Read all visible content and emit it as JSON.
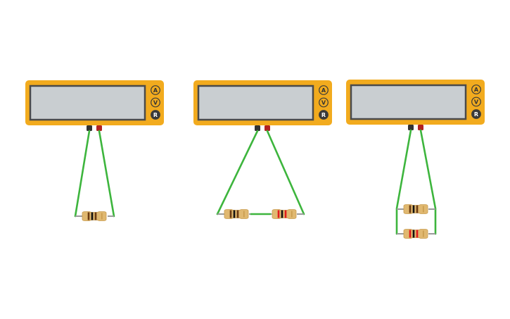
{
  "mode_buttons": [
    "A",
    "V",
    "R"
  ],
  "active_mode": "R",
  "meters": [
    {
      "name": "multimeter-1",
      "display_value": "",
      "resistors": [
        {
          "bands": [
            "#6b3a12",
            "#111111",
            "#6b3a12"
          ]
        }
      ]
    },
    {
      "name": "multimeter-2",
      "display_value": "",
      "resistors": [
        {
          "bands": [
            "#6b3a12",
            "#111111",
            "#6b3a12"
          ]
        },
        {
          "bands": [
            "#e11b1b",
            "#111111",
            "#e11b1b"
          ]
        }
      ]
    },
    {
      "name": "multimeter-3",
      "display_value": "",
      "resistors": [
        {
          "bands": [
            "#6b3a12",
            "#111111",
            "#6b3a12"
          ]
        },
        {
          "bands": [
            "#e11b1b",
            "#111111",
            "#e11b1b"
          ]
        }
      ]
    }
  ],
  "colors": {
    "meter_body": "#f2ab1e",
    "meter_body_edge": "#e59e12",
    "screen": "#c9ced1",
    "screen_border": "#4a4a4a",
    "button_fill": "#f2ab1e",
    "button_ring": "#3a3a3a",
    "button_active": "#3a3a3a",
    "wire": "#3db53d",
    "wire_dark": "#2f9a2f",
    "lead": "#9a9a9a",
    "probe_black": "#333333",
    "probe_red": "#b22222",
    "resistor_body": "#e0b870",
    "resistor_shade": "#c99c4e"
  }
}
